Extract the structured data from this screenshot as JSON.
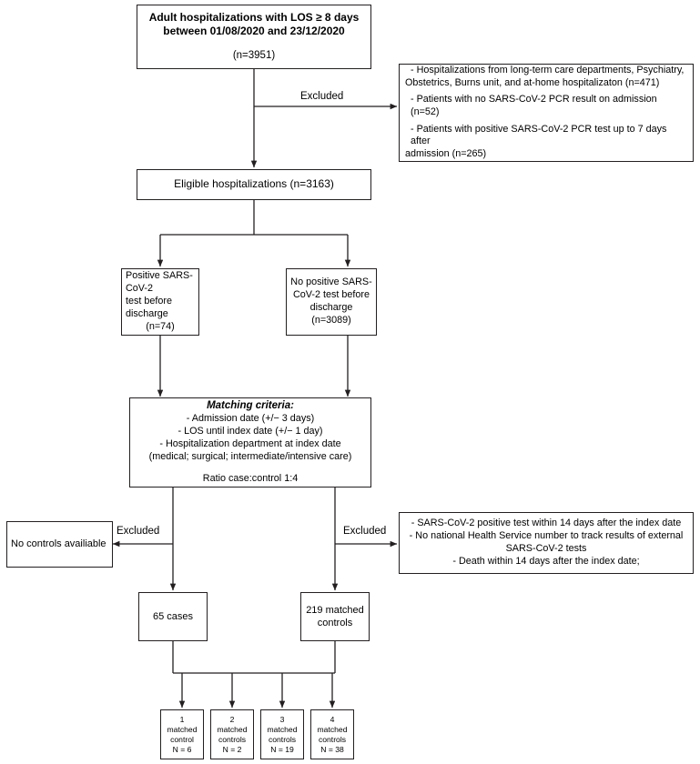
{
  "diagram": {
    "type": "flowchart",
    "title": "Patient selection flow diagram",
    "colors": {
      "stroke": "#231f20",
      "background": "#ffffff",
      "text": "#000000"
    }
  },
  "nodes": {
    "source_population": {
      "name": "source-population-box",
      "lines": [
        "Adult hospitalizations with LOS ≥ 8 days",
        "between 01/08/2020 and 23/12/2020",
        "",
        "(n=3951)"
      ],
      "count_label": "(n=3951)",
      "count": 3951
    },
    "exclusions_top": {
      "name": "top-exclusions-box",
      "lines": [
        "- Hospitalizations from long-term care departments, Psychiatry,",
        "Obstetrics, Burns unit, and at-home hospitalizaton (n=471)",
        "",
        "- Patients with no SARS-CoV-2 PCR result on admission (n=52)",
        "",
        "- Patients with positive SARS-CoV-2 PCR test up to 7 days after",
        "admission (n=265)"
      ],
      "items": [
        {
          "text": "Hospitalizations from long-term care departments, Psychiatry, Obstetrics, Burns unit, and at-home hospitalizaton",
          "n": 471
        },
        {
          "text": "Patients with no SARS-CoV-2 PCR result on admission",
          "n": 52
        },
        {
          "text": "Patients with positive SARS-CoV-2 PCR test up to 7 days after admission",
          "n": 265
        }
      ]
    },
    "eligible": {
      "name": "eligible-hospitalizations-box",
      "lines": [
        "Eligible hospitalizations (n=3163)"
      ],
      "count": 3163
    },
    "positive_test": {
      "name": "positive-test-box",
      "lines": [
        "Positive SARS-CoV-2",
        "test before discharge",
        "(n=74)"
      ],
      "count": 74
    },
    "no_positive_test": {
      "name": "no-positive-test-box",
      "lines": [
        "No positive SARS-",
        "CoV-2 test before",
        "discharge (n=3089)"
      ],
      "count": 3089
    },
    "matching_criteria": {
      "name": "matching-criteria-box",
      "heading": "Matching criteria:",
      "lines": [
        "- Admission date (+/− 3 days)",
        "- LOS until index date (+/− 1 day)",
        "- Hospitalization department at index date",
        "(medical; surgical; intermediate/intensive care)"
      ],
      "ratio": "Ratio case:control 1:4"
    },
    "no_controls": {
      "name": "no-controls-box",
      "lines": [
        "No controls availiable"
      ]
    },
    "exclusions_bottom": {
      "name": "bottom-exclusions-box",
      "lines": [
        "- SARS-CoV-2 positive test within 14 days after the index date",
        "- No national Health Service number to track results of external",
        "SARS-CoV-2 tests",
        "- Death within 14 days after the index date;"
      ],
      "items": [
        "SARS-CoV-2 positive test within 14 days after the index date",
        "No national Health Service number to track results of external SARS-CoV-2 tests",
        "Death within 14 days after the index date;"
      ]
    },
    "cases": {
      "name": "cases-box",
      "lines": [
        "65 cases"
      ],
      "count": 65
    },
    "matched_controls": {
      "name": "matched-controls-box",
      "lines": [
        "219 matched",
        "controls"
      ],
      "count": 219
    }
  },
  "edge_labels": {
    "excluded_top": "Excluded",
    "excluded_left": "Excluded",
    "excluded_right": "Excluded"
  },
  "strata": [
    {
      "name": "stratum-1-matched-control",
      "lines": [
        "1",
        "matched",
        "control",
        "N = 6"
      ],
      "group": 1,
      "n": 6
    },
    {
      "name": "stratum-2-matched-controls",
      "lines": [
        "2",
        "matched",
        "controls",
        "N = 2"
      ],
      "group": 2,
      "n": 2
    },
    {
      "name": "stratum-3-matched-controls",
      "lines": [
        "3",
        "matched",
        "controls",
        "N = 19"
      ],
      "group": 3,
      "n": 19
    },
    {
      "name": "stratum-4-matched-controls",
      "lines": [
        "4",
        "matched",
        "controls",
        "N = 38"
      ],
      "group": 4,
      "n": 38
    }
  ]
}
